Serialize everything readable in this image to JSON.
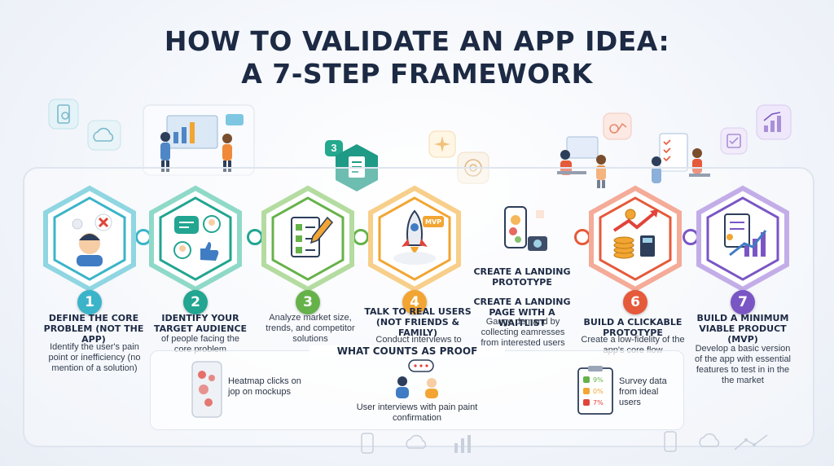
{
  "title": {
    "line1": "HOW TO VALIDATE AN APP IDEA:",
    "line2": "A 7-STEP FRAMEWORK"
  },
  "colors": {
    "step1": "#3bb4c9",
    "step2": "#22a591",
    "step3": "#66b24a",
    "step4": "#f2a532",
    "step6": "#e55a3a",
    "step7": "#7a56c4",
    "title": "#1d2a44"
  },
  "steps": [
    {
      "num": "1",
      "title": "DEFINE THE CORE PROBLEM (NOT THE APP)",
      "desc": "Identify the user's pain point or inefficiency (no mention of a solution)",
      "icon": "frustrated-user-icon"
    },
    {
      "num": "2",
      "title": "IDENTIFY YOUR TARGET AUDIENCE",
      "desc": "of people facing the core problem",
      "icon": "audience-chat-icon"
    },
    {
      "num": "3",
      "title": "",
      "desc": "Analyze market size, trends, and competitor solutions",
      "icon": "research-checklist-icon"
    },
    {
      "num": "4",
      "title": "TALK TO REAL USERS (NOT FRIENDS & FAMILY)",
      "desc": "Conduct interviews to",
      "icon": "mvp-rocket-icon"
    },
    {
      "num": "",
      "title": "CREATE A LANDING PAGE WITH A WAITLIST",
      "desc": "Gauge demand by collecting eamresses from interested users",
      "icon": "landing-phone-icon",
      "extra_title": "CREATE A LANDING PROTOTYPE"
    },
    {
      "num": "6",
      "title": "BUILD A CLICKABLE PROTOTYPE",
      "desc": "Create a low-fidelity of the app's core flow",
      "icon": "growth-coins-icon"
    },
    {
      "num": "7",
      "title": "BUILD A MINIMUM VIABLE PRODUCT (MVP)",
      "desc": "Develop a basic version of the app with essential features to test in in the the market",
      "icon": "mvp-chart-icon"
    }
  ],
  "floating_badge": "3",
  "mvp_label": "MVP",
  "proof": {
    "title": "WHAT COUNTS AS PROOF",
    "items": [
      {
        "label": "Heatmap clicks on jop on mockups",
        "icon": "heatmap-phone-icon"
      },
      {
        "label": "User interviews with pain paint confirmation",
        "icon": "interview-users-icon"
      },
      {
        "label": "Survey data from ideal users",
        "icon": "survey-clipboard-icon"
      }
    ],
    "survey_values": [
      "9%",
      "0%",
      "7%"
    ]
  }
}
